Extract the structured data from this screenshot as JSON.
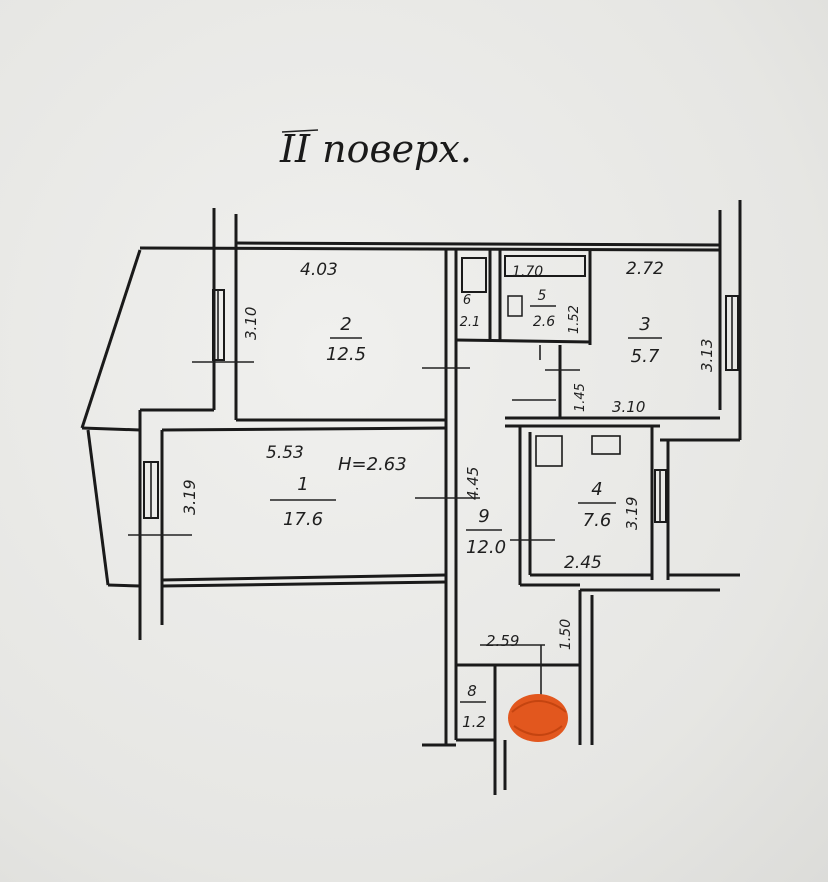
{
  "title": "II поверх.",
  "ceiling_height": "H=2.63",
  "rooms": [
    {
      "id": "1",
      "number": "1",
      "area": "17.6"
    },
    {
      "id": "2",
      "number": "2",
      "area": "12.5"
    },
    {
      "id": "3",
      "number": "3",
      "area": "5.7"
    },
    {
      "id": "4",
      "number": "4",
      "area": "7.6"
    },
    {
      "id": "5",
      "number": "5",
      "area": "2.6"
    },
    {
      "id": "6",
      "number": "6",
      "area": "2.1"
    },
    {
      "id": "8",
      "number": "8",
      "area": "1.2"
    },
    {
      "id": "9",
      "number": "9",
      "area": "12.0"
    }
  ],
  "dimensions": {
    "d403": "4.03",
    "d310a": "3.10",
    "d553": "5.53",
    "d319a": "3.19",
    "d445": "4.45",
    "d170": "1.70",
    "d152": "1.52",
    "d272": "2.72",
    "d313": "3.13",
    "d145": "1.45",
    "d310b": "3.10",
    "d319b": "3.19",
    "d245": "2.45",
    "d259": "2.59",
    "d150": "1.50"
  },
  "colors": {
    "paper": "#e9e9e7",
    "ink": "#1a1a1a",
    "redaction": "#e2571e"
  }
}
